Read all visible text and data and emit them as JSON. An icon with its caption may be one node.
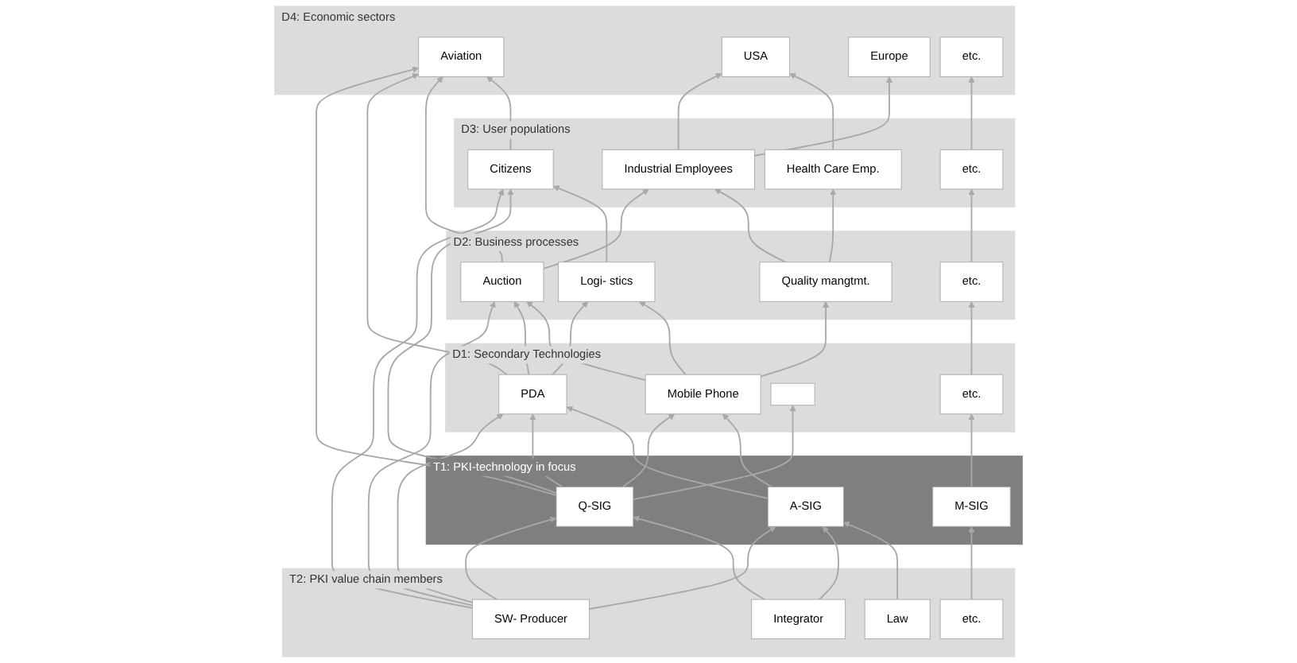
{
  "diagram": {
    "nodes": [
      {
        "text": [
          "D4: Economic sectors"
        ]
      },
      {
        "text": [
          "Aviation"
        ],
        "in": 0
      },
      {
        "text": [
          "USA"
        ],
        "in": 0
      },
      {
        "text": [
          "Europe"
        ],
        "in": 0
      },
      {
        "text": [
          "etc."
        ],
        "in": 0
      },
      {
        "text": [
          "D3: User populations"
        ]
      },
      {
        "text": [
          "Citizens"
        ],
        "in": 5
      },
      {
        "text": [
          "Industrial Employees"
        ],
        "in": 5
      },
      {
        "text": [
          "Health Care Emp."
        ],
        "in": 5
      },
      {
        "text": [
          "etc."
        ],
        "in": 5
      },
      {
        "text": [
          "D2: Business processes"
        ]
      },
      {
        "text": [
          "Auction"
        ],
        "in": 10
      },
      {
        "text": [
          "Quality mangtmt."
        ],
        "in": 10
      },
      {
        "text": [
          "Logi- stics"
        ],
        "in": 10
      },
      {
        "text": [
          "etc."
        ],
        "in": 10
      },
      {
        "text": [
          "D1: Secondary Technologies"
        ]
      },
      {
        "text": [
          "PDA"
        ],
        "in": 15
      },
      {
        "text": [
          "Mobile Phone"
        ],
        "in": 15
      },
      {
        "text": [],
        "shape": "box",
        "in": 15
      },
      {
        "text": [
          "etc."
        ],
        "in": 15
      },
      {
        "text": [
          "T1: PKI-technology in focus"
        ]
      },
      {
        "text": [
          "Q-SIG"
        ],
        "in": 20
      },
      {
        "text": [
          "A-SIG"
        ],
        "in": 20
      },
      {
        "text": [
          "M-SIG"
        ],
        "in": 20
      },
      {
        "text": [
          "T2: PKI value chain members"
        ]
      },
      {
        "text": [
          "SW- Producer"
        ],
        "in": 24
      },
      {
        "text": [
          "Integrator"
        ],
        "in": 24
      },
      {
        "text": [
          "Law"
        ],
        "in": 24
      },
      {
        "text": [
          "etc."
        ],
        "in": 24
      }
    ],
    "edges": [
      {
        "from": 25,
        "to": 21,
        "arrow": "to"
      },
      {
        "from": 25,
        "to": 22,
        "arrow": "to"
      },
      {
        "from": 26,
        "to": 21,
        "arrow": "to"
      },
      {
        "from": 26,
        "to": 22,
        "arrow": "to"
      },
      {
        "from": 27,
        "to": 22,
        "arrow": "to"
      },
      {
        "from": 28,
        "to": 23,
        "arrow": "to"
      },
      {
        "from": 25,
        "to": 16,
        "arrow": "to"
      },
      {
        "from": 25,
        "to": 11,
        "arrow": "to"
      },
      {
        "from": 25,
        "to": 6,
        "arrow": "to"
      },
      {
        "from": 21,
        "to": 1,
        "arrow": "to"
      },
      {
        "from": 21,
        "to": 6,
        "arrow": "to"
      },
      {
        "from": 21,
        "to": 16,
        "arrow": "to"
      },
      {
        "from": 21,
        "to": 17,
        "arrow": "to"
      },
      {
        "from": 21,
        "to": 18,
        "arrow": "to"
      },
      {
        "from": 22,
        "to": 16,
        "arrow": "to"
      },
      {
        "from": 22,
        "to": 17,
        "arrow": "to"
      },
      {
        "from": 23,
        "to": 19,
        "arrow": "to"
      },
      {
        "from": 16,
        "to": 1,
        "arrow": "to"
      },
      {
        "from": 16,
        "to": 11,
        "arrow": "to"
      },
      {
        "from": 16,
        "to": 13,
        "arrow": "to"
      },
      {
        "from": 17,
        "to": 11,
        "arrow": "to"
      },
      {
        "from": 17,
        "to": 12,
        "arrow": "to"
      },
      {
        "from": 17,
        "to": 13,
        "arrow": "to"
      },
      {
        "from": 19,
        "to": 14,
        "arrow": "to"
      },
      {
        "from": 11,
        "to": 1,
        "arrow": "to"
      },
      {
        "from": 11,
        "to": 7,
        "arrow": "to"
      },
      {
        "from": 12,
        "to": 7,
        "arrow": "to"
      },
      {
        "from": 12,
        "to": 8,
        "arrow": "to"
      },
      {
        "from": 13,
        "to": 6,
        "arrow": "to"
      },
      {
        "from": 14,
        "to": 9,
        "arrow": "to"
      },
      {
        "from": 6,
        "to": 1,
        "arrow": "to"
      },
      {
        "from": 7,
        "to": 2,
        "arrow": "to"
      },
      {
        "from": 7,
        "to": 3,
        "arrow": "to"
      },
      {
        "from": 8,
        "to": 2,
        "arrow": "to"
      },
      {
        "from": 9,
        "to": 4,
        "arrow": "to"
      }
    ]
  }
}
